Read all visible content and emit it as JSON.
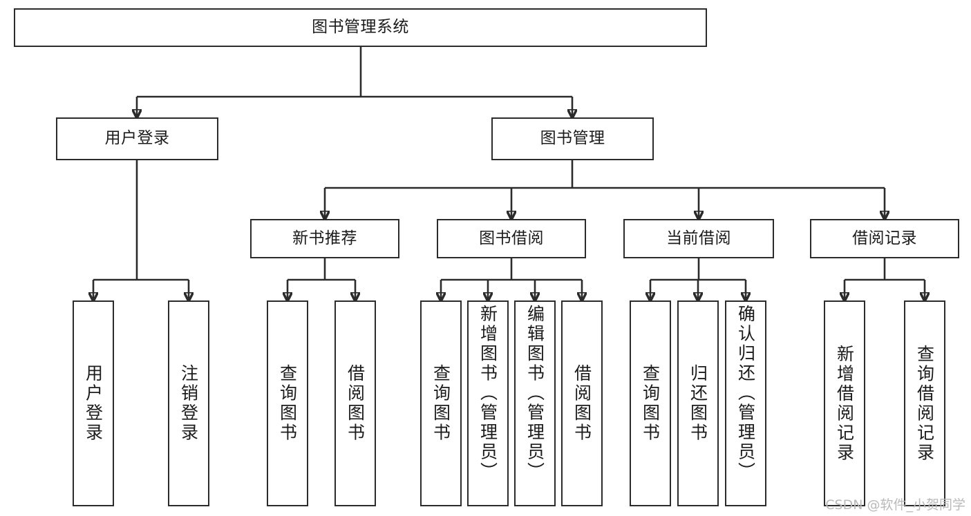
{
  "diagram": {
    "title": "图书管理系统",
    "type": "功能结构图",
    "watermark": "CSDN @软件_小贺同学",
    "colors": {
      "stroke": "#2b2b2b",
      "fill": "#ffffff",
      "text": "#1b1b1b",
      "watermark": "#b9b9b9"
    },
    "root": {
      "label": "图书管理系统"
    },
    "level1": [
      {
        "label": "用户登录"
      },
      {
        "label": "图书管理"
      }
    ],
    "level2": [
      {
        "label": "新书推荐"
      },
      {
        "label": "图书借阅"
      },
      {
        "label": "当前借阅"
      },
      {
        "label": "借阅记录"
      }
    ],
    "leaves": {
      "user_login": [
        {
          "label": "用户登录"
        },
        {
          "label": "注销登录"
        }
      ],
      "new_book_recommend": [
        {
          "label": "查询图书"
        },
        {
          "label": "借阅图书"
        }
      ],
      "book_borrow": [
        {
          "label": "查询图书"
        },
        {
          "label": "新增图书（管理员）"
        },
        {
          "label": "编辑图书（管理员）"
        },
        {
          "label": "借阅图书"
        }
      ],
      "current_borrow": [
        {
          "label": "查询图书"
        },
        {
          "label": "归还图书"
        },
        {
          "label": "确认归还（管理员）"
        }
      ],
      "borrow_record": [
        {
          "label": "新增借阅记录"
        },
        {
          "label": "查询借阅记录"
        }
      ]
    }
  }
}
